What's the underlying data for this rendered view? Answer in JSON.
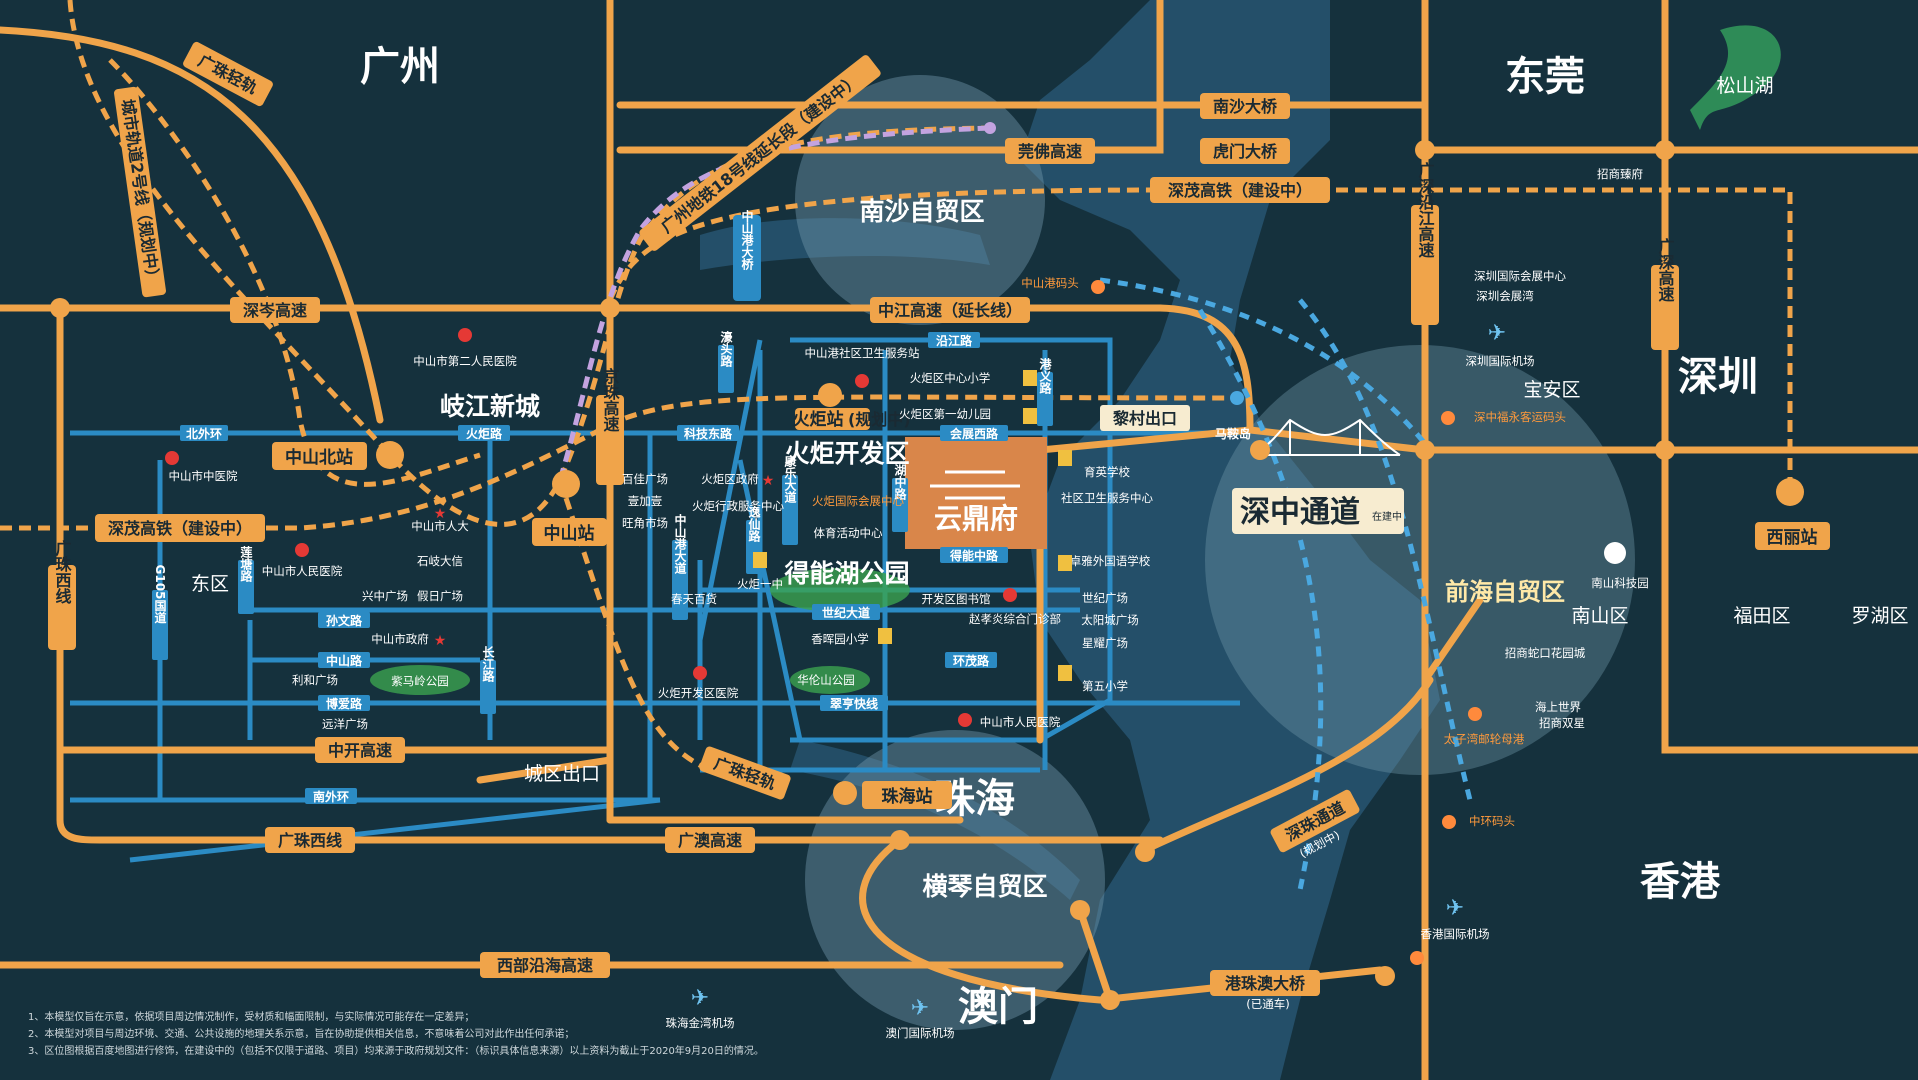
{
  "cities": {
    "guangzhou": "广州",
    "dongguan": "东莞",
    "shenzhen": "深圳",
    "zhuhai": "珠海",
    "macau": "澳门",
    "hongkong": "香港"
  },
  "zones": {
    "nansha": "南沙自贸区",
    "hengqin": "横琴自贸区",
    "qianhai": "前海自贸区",
    "huoju": "火炬开发区",
    "qijiang": "岐江新城"
  },
  "project": {
    "name": "云鼎府"
  },
  "bridges": {
    "shenzhong": "深中通道",
    "shenzhong_status": "在建中",
    "gzao": "港珠澳大桥",
    "gzao_status": "(已通车)",
    "shenzhu": "深珠通道",
    "shenzhu_status": "(规划中)",
    "nansha_bridge": "南沙大桥",
    "humen_bridge": "虎门大桥",
    "zsg_bridge": "中山港大桥"
  },
  "highways": {
    "guangzhu_light_rail": "广珠轻轨",
    "metro18": "广州地铁18号线延长段（建设中）",
    "city_rail": "城市轨道2号线（规划中）",
    "shencen": "深岑高速",
    "guanfo": "莞佛高速",
    "shenmao_rail": "深茂高铁（建设中）",
    "shenmao_rail_w": "深茂高铁（建设中）",
    "zhongjiang": "中江高速（延长线）",
    "jingzhu": "京珠高速",
    "guangzhu_west": "广珠西线",
    "zhongkai": "中开高速",
    "guangao": "广澳高速",
    "western_coastal": "西部沿海高速",
    "guangshen_coastal": "广深沿江高速",
    "guangshen_highway": "广深高速",
    "guangzhu_light_rail_s": "广珠轻轨",
    "licun_exit": "黎村出口",
    "chengqu_exit": "城区出口"
  },
  "stations": {
    "zhongshan_north": "中山北站",
    "zhongshan": "中山站",
    "huoju": "火炬站",
    "zhuhai": "珠海站",
    "xili": "西丽站",
    "huoju_sub": "(规划中)"
  },
  "roads": {
    "beiwai": "北外环",
    "huoju_rd": "火炬路",
    "kejidong": "科技东路",
    "yanjiang": "沿江路",
    "huizhanxi": "会展西路",
    "dongneng": "得能中路",
    "shiji": "世纪大道",
    "huanmao": "环茂路",
    "cuiheng": "翠亨快线",
    "sunwen": "孙文路",
    "zhongshan_rd": "中山路",
    "boai": "博爱路",
    "nanwai": "南外环",
    "changjiang": "长江路",
    "lianyuan": "莲塘路",
    "g105": "G105国道",
    "gangyi": "港义路",
    "hukou": "湖中路",
    "kangle": "康乐大道",
    "zhongshan_dadao": "中山港大道",
    "yixian": "逸仙路",
    "pudong": "濠头路",
    "mayongdao": "马鞍岛"
  },
  "districts": {
    "dongqu": "东区",
    "baoan": "宝安区",
    "nanshan": "南山区",
    "futian": "福田区",
    "luohu": "罗湖区",
    "songshan": "松山湖"
  },
  "pois": {
    "hosp2": "中山市第二人民医院",
    "zhongyiyuan": "中山市中医院",
    "renda": "中山市人大",
    "shiqi": "石岐大信",
    "renmin_hosp": "中山市人民医院",
    "xingzhong": "兴中广场",
    "jiari": "假日广场",
    "gov": "中山市政府",
    "lihe": "利和广场",
    "yuanyang": "远洋广场",
    "zimaling": "紫马岭公园",
    "baiyi": "百佳广场",
    "yijiayi": "壹加壹",
    "wangjiao": "旺角市场",
    "huoju_gov": "火炬区政府",
    "huoju_service": "火炬行政服务中心",
    "chuntian": "春天百货",
    "huoju_yi": "火炬一中",
    "huoju_hosp": "火炬开发区医院",
    "huanlun": "华伦山公园",
    "gangshe": "中山港社区卫生服务站",
    "huoju_primary": "火炬区中心小学",
    "huoju_kinder": "火炬区第一幼儿园",
    "huizhan": "火炬国际会展中心",
    "tiyu": "体育活动中心",
    "dnh": "得能湖公园",
    "kaifa_lib": "开发区图书馆",
    "xianghui": "香晖园小学",
    "zhaoxiao": "赵孝炎综合门诊部",
    "yuying": "育英学校",
    "shequ": "社区卫生服务中心",
    "zhuoya": "卓雅外国语学校",
    "shiji_sq": "世纪广场",
    "taiyang": "太阳城广场",
    "xingyao": "星耀广场",
    "diwu": "第五小学",
    "zsrm": "中山市人民医院",
    "zsg_pier": "中山港码头",
    "sz_conv": "深圳国际会展中心",
    "sz_exhibit": "深圳会展湾",
    "sz_airport": "深圳国际机场",
    "fuyong": "深中福永客运码头",
    "nanshan_keji": "南山科技园",
    "zhaoshang_garden": "招商蛇口花园城",
    "haishang": "海上世界",
    "zhaoshang_shuangyue": "招商双星",
    "taizi": "太子湾邮轮母港",
    "zhonghuan": "中环码头",
    "hk_airport": "香港国际机场",
    "zhaoshang_station": "招商臻府",
    "zhuhai_airport": "珠海金湾机场",
    "macau_airport": "澳门国际机场"
  },
  "notes": [
    "1、本模型仅旨在示意，依据项目周边情况制作，受材质和幅面限制，与实际情况可能存在一定差异；",
    "2、本模型对项目与周边环境、交通、公共设施的地理关系示意，旨在协助提供相关信息，不意味着公司对此作出任何承诺；",
    "3、区位图根据百度地图进行修饰，在建设中的（包括不仅限于道路、项目）均来源于政府规划文件：（标识具体信息来源）以上资料为截止于2020年9月20日的情况。"
  ],
  "colors": {
    "background": "#15313d",
    "highway": "#f0a44a",
    "road": "#2b8bc4",
    "water": "#2a5a77",
    "zone_circle": "#5f8a9e",
    "project": "#d9864a"
  }
}
